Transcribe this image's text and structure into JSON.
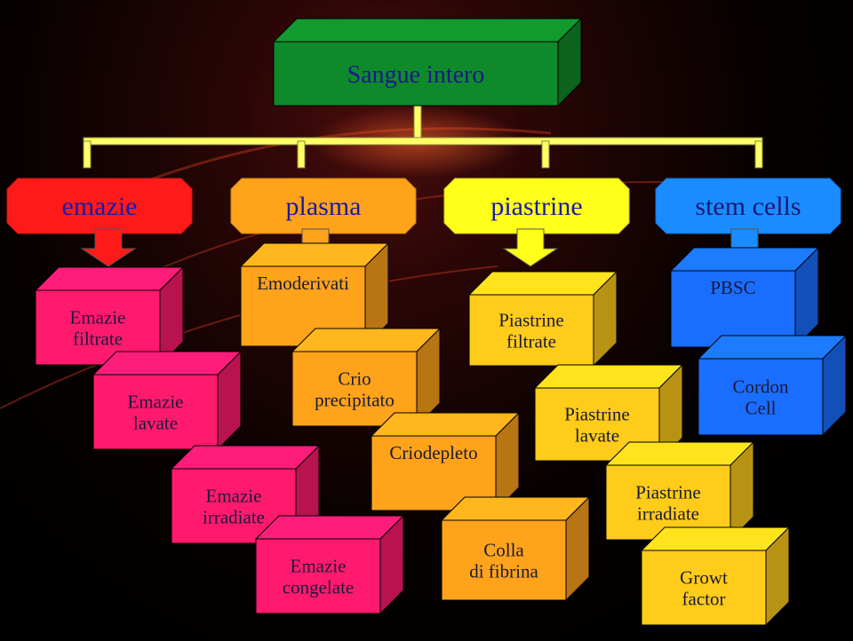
{
  "root": {
    "label": "Sangue intero",
    "color": "#0f8a2a"
  },
  "categories": [
    {
      "label": "emazie",
      "color": "#ff1a1a",
      "text_color": "#1a1aa8",
      "arrow_color": "#ff1a1a"
    },
    {
      "label": "plasma",
      "color": "#ffa31a",
      "text_color": "#1a1aa8",
      "arrow_color": "#ffa31a"
    },
    {
      "label": "piastrine",
      "color": "#ffff1a",
      "text_color": "#1a1aa8",
      "arrow_color": "#ffff1a"
    },
    {
      "label": "stem cells",
      "color": "#1a8cff",
      "text_color": "#1a1a78",
      "arrow_color": "#1a8cff"
    }
  ],
  "products": {
    "emazie": [
      "Emazie filtrate",
      "Emazie lavate",
      "Emazie irradiate",
      "Emazie congelate"
    ],
    "plasma": [
      "Emoderivati",
      "Crio precipitato",
      "Criodepleto",
      "Colla di fibrina"
    ],
    "piastrine": [
      "Piastrine filtrate",
      "Piastrine lavate",
      "Piastrine irradiate",
      "Growt factor"
    ],
    "stem_cells": [
      "PBSC",
      "Cordon Cell"
    ]
  },
  "colors": {
    "emazie_box": "#ff1a6e",
    "plasma_box": "#ffa31a",
    "piastrine_box": "#ffcc1a",
    "stem_box": "#1a6eff",
    "connector": "#ffff66"
  }
}
